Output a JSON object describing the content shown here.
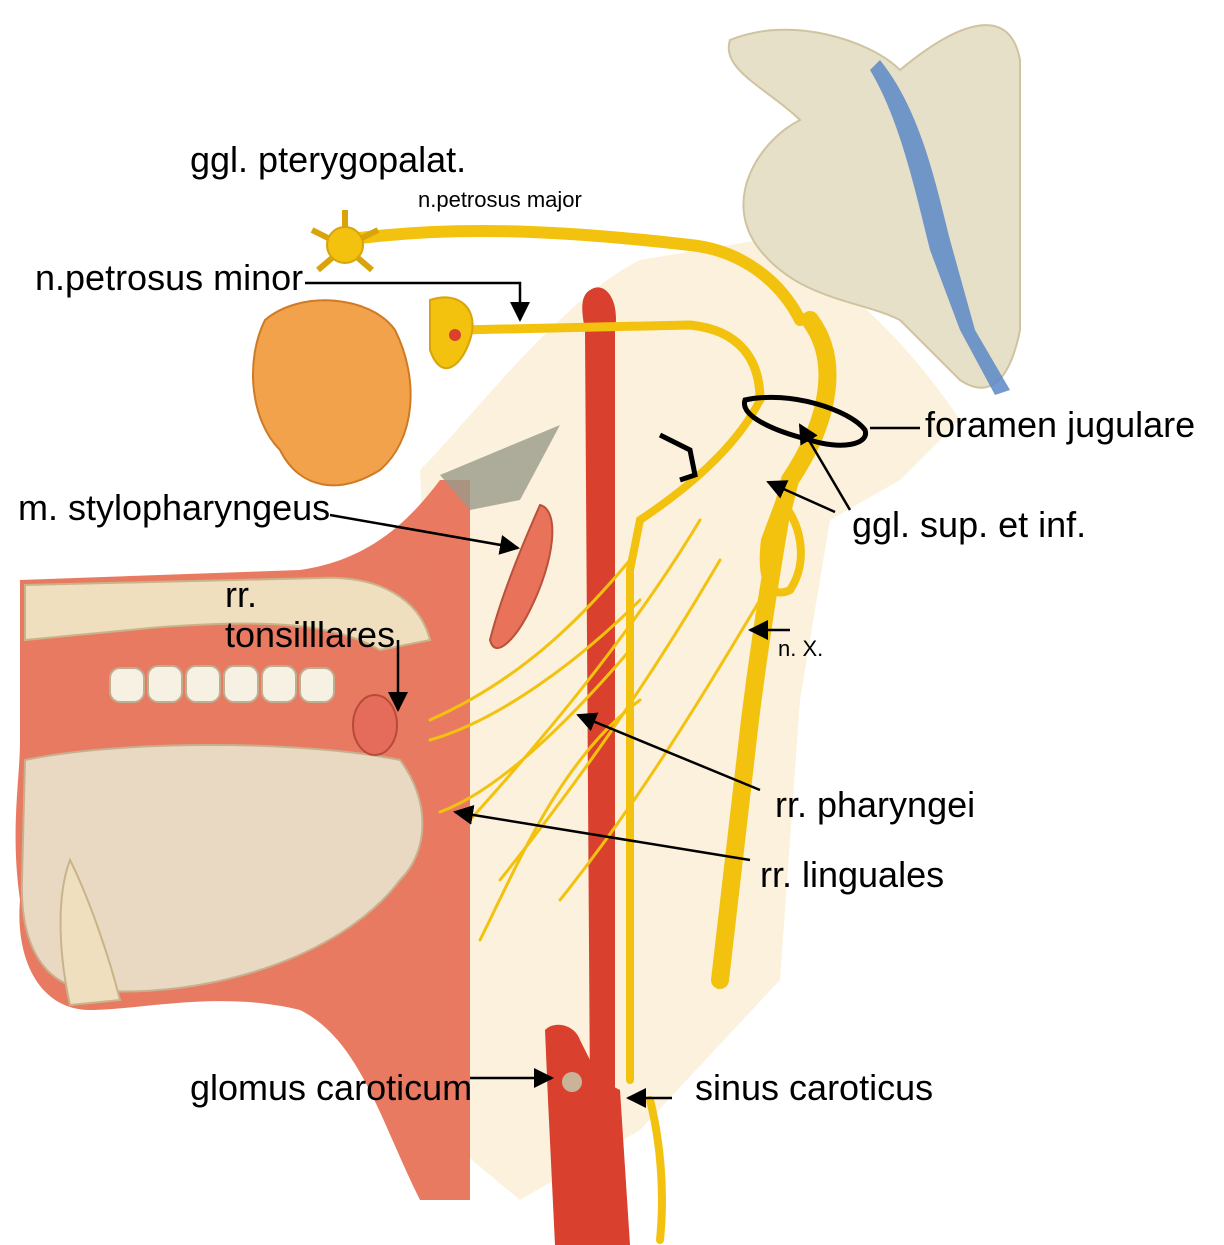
{
  "labels": {
    "ggl_pterygopalat": "ggl. pterygopalat.",
    "n_petrosus_major": "n.petrosus major",
    "n_petrosus_minor": "n.petrosus minor",
    "foramen_jugulare": "foramen jugulare",
    "m_stylopharyngeus": "m. stylopharyngeus",
    "ggl_sup_et_inf": "ggl. sup. et inf.",
    "rr_tonsillares_line1": "rr.",
    "rr_tonsillares_line2": "tonsilllares",
    "n_x": "n. X.",
    "rr_pharyngei": "rr. pharyngei",
    "rr_linguales": "rr. linguales",
    "glomus_caroticum": "glomus caroticum",
    "sinus_caroticus": "sinus caroticus"
  },
  "colors": {
    "nerve": "#f2c20f",
    "artery": "#d9402e",
    "muscle": "#e8735a",
    "bone": "#efdfbf",
    "vein": "#5b87c7",
    "gland": "#f2a24a",
    "background_tissue": "#fbf1dc"
  }
}
